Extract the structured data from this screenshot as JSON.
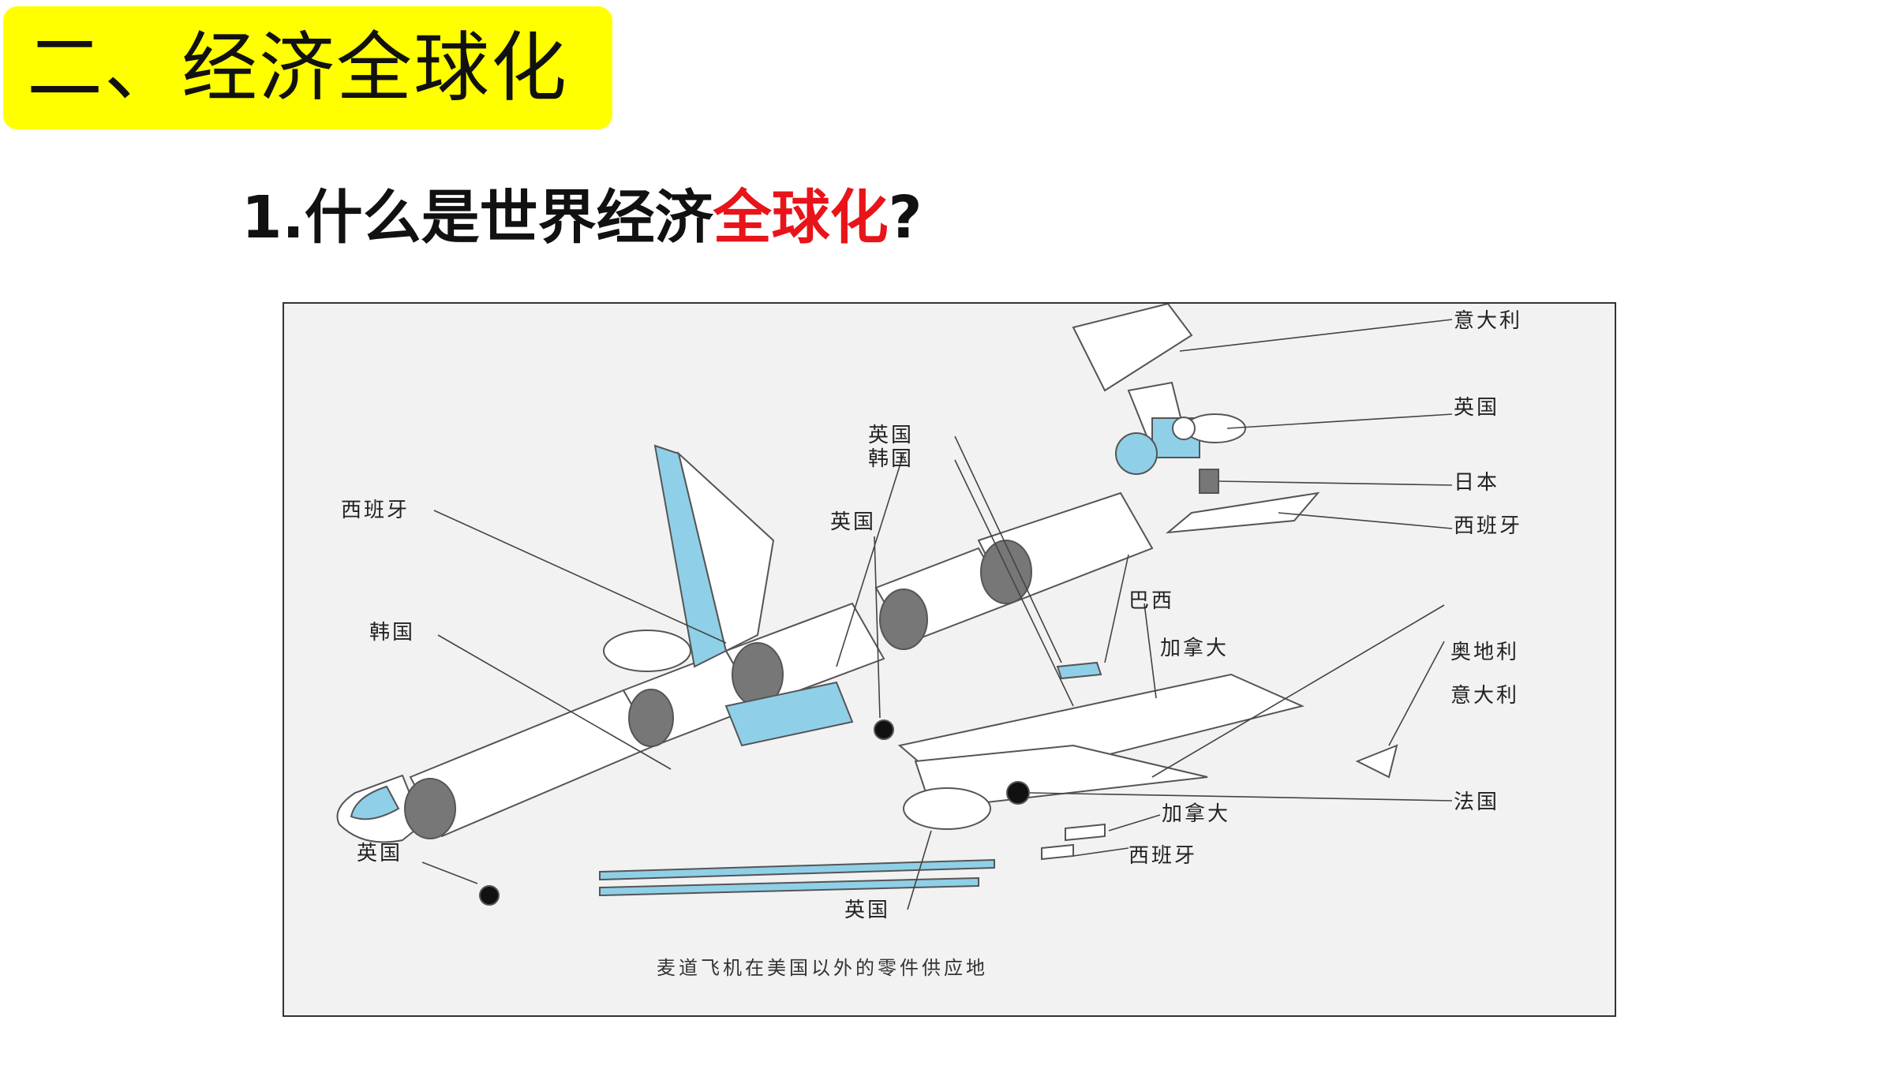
{
  "header": {
    "title": "二、经济全球化"
  },
  "question": {
    "prefix": "1.什么是世界经济",
    "highlight": "全球化",
    "suffix": "?"
  },
  "diagram": {
    "caption": "麦道飞机在美国以外的零件供应地",
    "labels": {
      "tail_fin": "意大利",
      "engine_top": "英国",
      "tail_part_japan": "日本",
      "tail_plane": "西班牙",
      "fuselage_uk": "英国",
      "fuselage_korea": "韩国",
      "wing_spain": "西班牙",
      "gear_uk": "英国",
      "nose_korea": "韩国",
      "wing_brazil": "巴西",
      "wing_canada": "加拿大",
      "wing_austria": "奥地利",
      "wingtip_italy": "意大利",
      "main_gear_france": "法国",
      "flap_canada": "加拿大",
      "fairing_spain": "西班牙",
      "nose_gear_uk": "英国",
      "engine_uk_bottom": "英国"
    }
  }
}
